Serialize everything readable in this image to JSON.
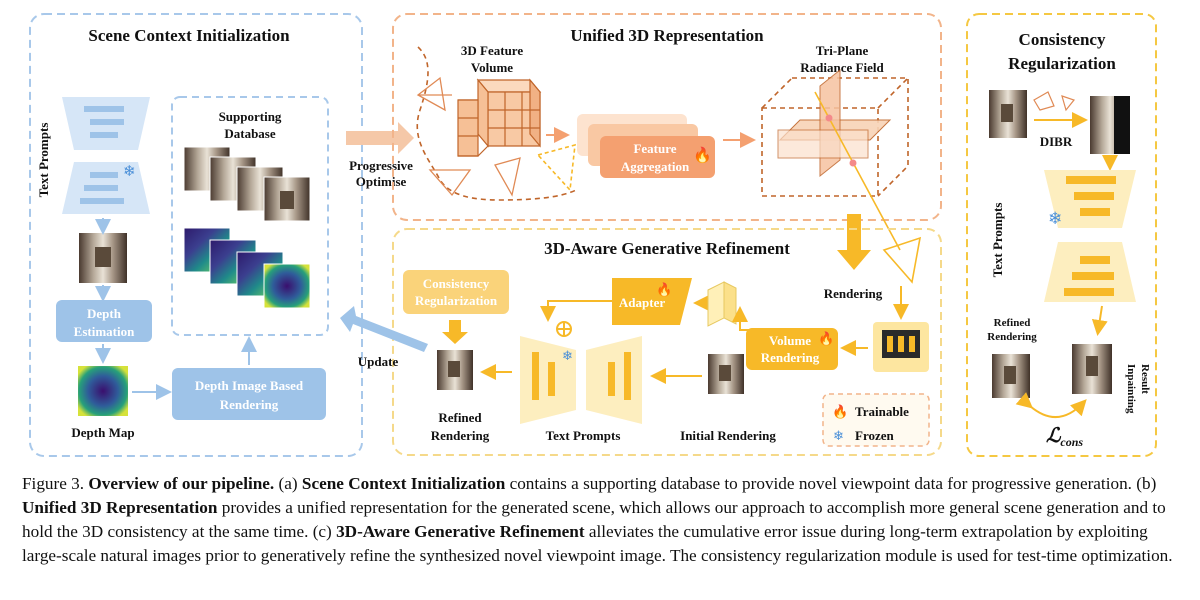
{
  "panels": {
    "scene_context": {
      "title": "Scene Context Initialization",
      "supporting_database": [
        "Supporting",
        "Database"
      ],
      "text_prompts": "Text Prompts",
      "depth_estimation": [
        "Depth",
        "Estimation"
      ],
      "depth_map": "Depth Map",
      "dibr": [
        "Depth Image Based",
        "Rendering"
      ]
    },
    "unified_3d": {
      "title": "Unified 3D Representation",
      "feature_volume": [
        "3D Feature",
        "Volume"
      ],
      "feature_aggregation": [
        "Feature",
        "Aggregation"
      ],
      "tri_plane": [
        "Tri-Plane",
        "Radiance Field"
      ]
    },
    "refinement": {
      "title": "3D-Aware Generative Refinement",
      "consistency_box": [
        "Consistency",
        "Regularization"
      ],
      "adapter": "Adapter",
      "volume_rendering": [
        "Volume",
        "Rendering"
      ],
      "refined_rendering": [
        "Refined",
        "Rendering"
      ],
      "text_prompts": "Text Prompts",
      "initial_rendering": "Initial Rendering",
      "rendering": "Rendering"
    },
    "consistency": {
      "title": [
        "Consistency",
        "Regularization"
      ],
      "dibr": "DIBR",
      "text_prompts": "Text Prompts",
      "refined_rendering": [
        "Refined",
        "Rendering"
      ],
      "inpainting_result": [
        "Inpainting",
        "Result"
      ],
      "loss_symbol": "ℒ",
      "loss_sub": "cons"
    }
  },
  "connectors": {
    "progressive_optimise": [
      "Progressive",
      "Optimise"
    ],
    "update": "Update"
  },
  "legend": {
    "trainable": "Trainable",
    "frozen": "Frozen"
  },
  "icons": {
    "trainable": "flame-icon",
    "frozen": "snowflake-icon",
    "add": "plus-circle-icon"
  },
  "colors": {
    "blue_box": "#9ec3e8",
    "orange_box": "#f4a070",
    "yellow_box": "#f7b928",
    "orange_dashed": "#f2b48a",
    "blue_dashed": "#a8c8ea",
    "yellow_dashed": "#f5c842",
    "brown_dashed": "#c0652a"
  },
  "caption": {
    "figure": "Figure 3.",
    "title": "Overview of our pipeline.",
    "part_a_label": "(a)",
    "part_a_name": "Scene Context Initialization",
    "part_a_text": "contains a supporting database to provide novel viewpoint data for progressive generation.",
    "part_b_label": "(b)",
    "part_b_name": "Unified 3D Representation",
    "part_b_text": "provides a unified representation for the generated scene, which allows our approach to accomplish more general scene generation and to hold the 3D consistency at the same time.",
    "part_c_label": "(c)",
    "part_c_name": "3D-Aware Generative Refinement",
    "part_c_text": "alleviates the cumulative error issue during long-term extrapolation by exploiting large-scale natural images prior to generatively refine the synthesized novel viewpoint image. The consistency regularization module is used for test-time optimization."
  }
}
